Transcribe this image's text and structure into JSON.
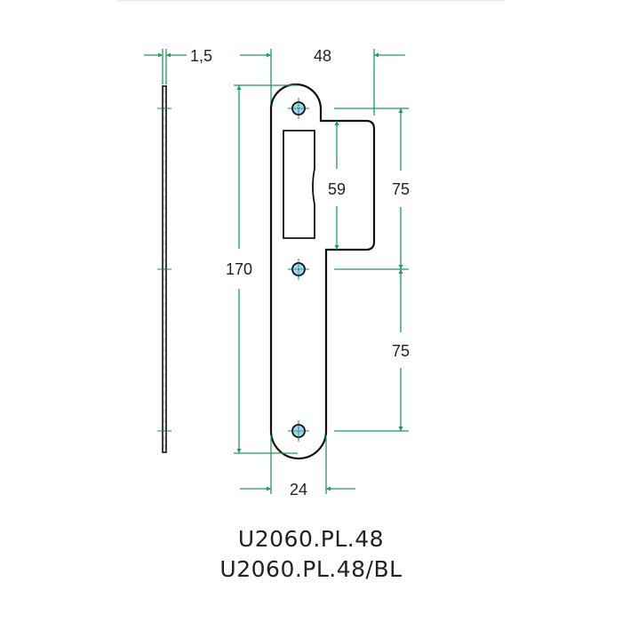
{
  "colors": {
    "dimension_line": "#1f9a5c",
    "outline": "#111111",
    "hole_fill": "#9fd9e8",
    "centerline": "#2a7a8a"
  },
  "dimensions": {
    "thickness": "1,5",
    "width": "48",
    "height": "170",
    "opening": "59",
    "hole_spacing_top": "75",
    "hole_spacing_bottom": "75",
    "plate_width": "24"
  },
  "captions": {
    "model_1": "U2060.PL.48",
    "model_2": "U2060.PL.48/BL"
  }
}
